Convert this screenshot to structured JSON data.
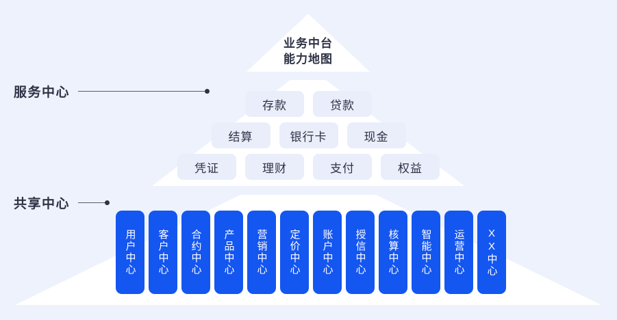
{
  "background_color": "#eef2fc",
  "pyramid": {
    "fill_color": "#ffffff",
    "title_line_1": "业务中台",
    "title_line_2": "能力地图"
  },
  "annotations": [
    {
      "key": "service",
      "label": "服务中心"
    },
    {
      "key": "shared",
      "label": "共享中心"
    }
  ],
  "service_center": {
    "tag_bg_color": "#eaeefb",
    "rows": [
      {
        "tags": [
          {
            "label": "存款"
          },
          {
            "label": "贷款"
          }
        ]
      },
      {
        "tags": [
          {
            "label": "结算"
          },
          {
            "label": "银行卡"
          },
          {
            "label": "现金"
          }
        ]
      },
      {
        "tags": [
          {
            "label": "凭证"
          },
          {
            "label": "理财"
          },
          {
            "label": "支付"
          },
          {
            "label": "权益"
          }
        ]
      }
    ]
  },
  "shared_center": {
    "card_color": "#1456f0",
    "card_text_color": "#ffffff",
    "cards": [
      {
        "label": "用户中心"
      },
      {
        "label": "客户中心"
      },
      {
        "label": "合约中心"
      },
      {
        "label": "产品中心"
      },
      {
        "label": "营销中心"
      },
      {
        "label": "定价中心"
      },
      {
        "label": "账户中心"
      },
      {
        "label": "授信中心"
      },
      {
        "label": "核算中心"
      },
      {
        "label": "智能中心"
      },
      {
        "label": "运营中心"
      },
      {
        "label": "XX中心"
      }
    ]
  }
}
